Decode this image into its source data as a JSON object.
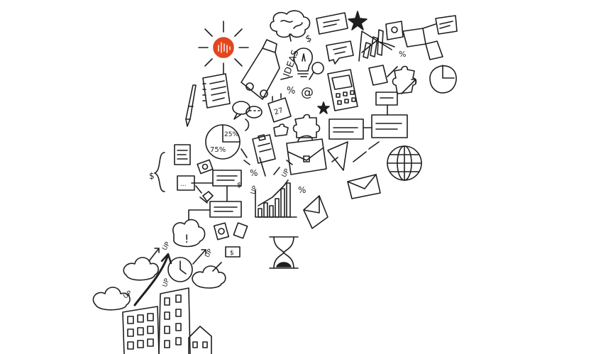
{
  "illustration": {
    "ink_color": "#1f1f1f",
    "accent_color": "#e2461e",
    "background": "#ffffff",
    "labels": {
      "up_1": "UP",
      "up_2": "UP",
      "up_3": "UP",
      "up_4": "UP",
      "up_5": "UP",
      "up_6": "UP",
      "pie_pct_a": "25%",
      "pie_pct_b": "75%",
      "calendar_day": "27",
      "ideas": "IDEAS",
      "at_sign": "@",
      "percent": "%",
      "dollar": "$"
    },
    "icons": [
      "sun-icon",
      "lightbulb-icon",
      "brain-icon",
      "star-icon",
      "calculator-icon",
      "globe-icon",
      "envelope-icon",
      "briefcase-icon",
      "hourglass-icon",
      "clock-icon",
      "cloud-icon",
      "building-icon",
      "pie-chart-icon",
      "bar-chart-icon",
      "pen-icon",
      "speech-bubble-icon",
      "puzzle-icon",
      "magnifier-icon",
      "clipboard-icon",
      "money-bill-icon",
      "pushpin-icon"
    ]
  }
}
